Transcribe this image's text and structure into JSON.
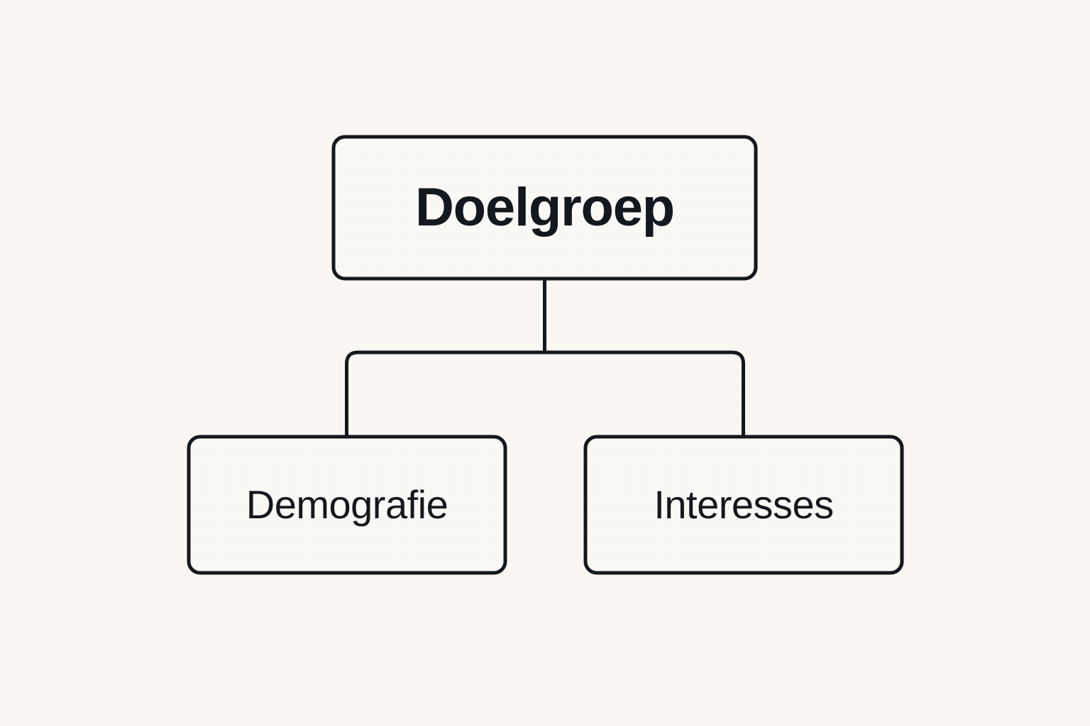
{
  "diagram": {
    "type": "org-tree",
    "orientation": "top-down",
    "background_color": "#faf7f2",
    "node_fill_color": "#fbf9f5",
    "stroke_color": "#14181f",
    "root": {
      "label": "Doelgroep",
      "emphasis": "bold"
    },
    "children": [
      {
        "label": "Demografie",
        "emphasis": "regular"
      },
      {
        "label": "Interesses",
        "emphasis": "regular"
      }
    ],
    "edges": [
      {
        "from": "Doelgroep",
        "to": "Demografie"
      },
      {
        "from": "Doelgroep",
        "to": "Interesses"
      }
    ]
  }
}
